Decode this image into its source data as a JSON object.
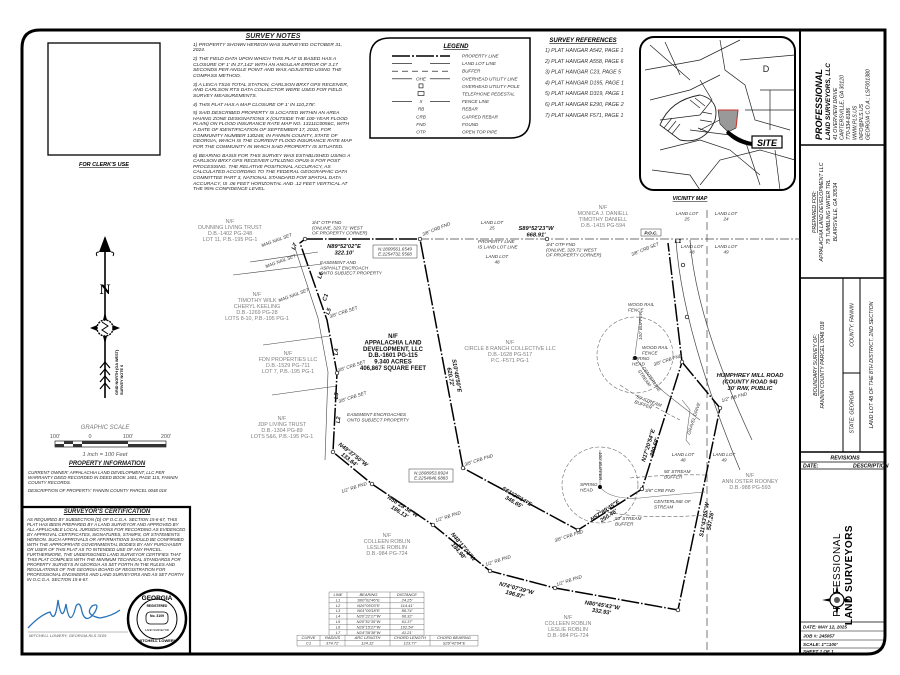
{
  "clerk": {
    "label": "FOR CLERK'S USE"
  },
  "survey_notes": {
    "title": "SURVEY NOTES",
    "items": [
      "1) PROPERTY SHOWN HEREON WAS SURVEYED OCTOBER 31, 2024.",
      "2) THE FIELD DATA UPON WHICH THIS PLAT IS BASED HAS A CLOSURE OF 1' IN 27,142' WITH AN ANGULAR ERROR OF 3.17 SECONDS PER ANGLE POINT AND WAS ADJUSTED USING THE COMPASS METHOD.",
      "3) A LEICA TS16 TOTAL STATION, CARLSON BRX7 GPS RECEIVER, AND CARLSON RTS DATA COLLECTOR WERE USED FOR FIELD SURVEY MEASUREMENTS.",
      "4) THIS PLAT HAS A MAP CLOSURE OF 1' IN 110,278'.",
      "5) SAID DESCRIBED PROPERTY IS LOCATED WITHIN AN AREA HAVING ZONE DESIGNATIONS X (OUTSIDE THE 100-YEAR FLOOD PLAIN) ON FLOOD INSURANCE RATE MAP NO. 13111C0056C, WITH A DATE OF IDENTIFICATION OF SEPTEMBER 17, 2010, FOR COMMUNITY NUMBER 130248, IN FANNIN COUNTY, STATE OF GEORGIA, WHICH IS THE CURRENT FLOOD INSURANCE RATE MAP FOR THE COMMUNITY IN WHICH SAID PROPERTY IS SITUATED.",
      "6) BEARING BASIS FOR THIS SURVEY WAS ESTABLISHED USING A CARLSON BRX7 GPS RECEIVER UTILIZING OPUS-S FOR POST PROCESSING. THE RELATIVE POSITIONAL ACCURACY, AS CALCULATED ACCORDING TO THE FEDERAL GEOGRAPHIC DATA COMMITTEE PART 3, NATIONAL STANDARD FOR SPATIAL DATA ACCURACY, IS .06 FEET HORIZONTAL AND .12 FEET VERTICAL AT THE 95% CONFIDENCE LEVEL."
    ]
  },
  "legend": {
    "title": "LEGEND",
    "items": [
      {
        "symbol": "property-line",
        "label": "PROPERTY LINE"
      },
      {
        "symbol": "land-lot-line",
        "label": "LAND LOT LINE"
      },
      {
        "symbol": "buffer",
        "label": "BUFFER"
      },
      {
        "symbol": "overhead-utility-line",
        "code": "OHE",
        "label": "OVERHEAD UTILITY LINE"
      },
      {
        "symbol": "utility-pole",
        "label": "OVERHEAD UTILITY POLE"
      },
      {
        "symbol": "telephone-pedestal",
        "label": "TELEPHONE PEDESTAL"
      },
      {
        "symbol": "fence-line",
        "code": "X",
        "label": "FENCE LINE"
      },
      {
        "symbol": "rebar",
        "code": "RB",
        "label": "REBAR"
      },
      {
        "symbol": "capped-rebar",
        "code": "CRB",
        "label": "CAPPED REBAR"
      },
      {
        "symbol": "found",
        "code": "FND",
        "label": "FOUND"
      },
      {
        "symbol": "open-top-pipe",
        "code": "OTP",
        "label": "OPEN TOP PIPE"
      }
    ]
  },
  "survey_references": {
    "title": "SURVEY REFERENCES",
    "items": [
      "1) PLAT HANGAR A542, PAGE 1",
      "2) PLAT HANGAR A558, PAGE 6",
      "3) PLAT HANGAR C23, PAGE 5",
      "4) PLAT HANGAR D195, PAGE 1",
      "5) PLAT HANGAR D319, PAGE 1",
      "6) PLAT HANGAR E290, PAGE 2",
      "7) PLAT HANGAR F571, PAGE 1"
    ]
  },
  "vicinity_map": {
    "label": "VICINITY MAP",
    "site_label": "SITE",
    "map_letter": "D",
    "highlight_color": "#d0322d"
  },
  "north_arrow": {
    "letter": "N",
    "note_line1": "GRID NORTH (GA WEST)",
    "note_line2": "SURVEY NOTE 6"
  },
  "graphic_scale": {
    "title": "GRAPHIC SCALE",
    "ticks": [
      "100'",
      "0",
      "100'",
      "200'"
    ],
    "ratio": "1 inch = 100 Feet"
  },
  "property_info": {
    "title": "PROPERTY INFORMATION",
    "owner": "CURRENT OWNER: APPALACHIA LAND DEVELOPMENT, LLC PER WARRANTY DEED RECORDED IN DEED BOOK 1601, PAGE 115, FANNIN COUNTY RECORDS.",
    "description": "DESCRIPTION OF PROPERTY: FANNIN COUNTY PARCEL 0048 018"
  },
  "certification": {
    "title": "SURVEYOR'S CERTIFICATION",
    "text": "AS REQUIRED BY SUBSECTION (D) OF O.C.G.A. SECTION 15-6-67, THIS PLAT HAS BEEN PREPARED BY A LAND SURVEYOR AND APPROVED BY ALL APPLICABLE LOCAL JURISDICTIONS FOR RECORDING AS EVIDENCED BY APPROVAL CERTIFICATES, SIGNATURES, STAMPS, OR STATEMENTS HEREON. SUCH APPROVALS OR AFFIRMATIONS SHOULD BE CONFIRMED WITH THE APPROPRIATE GOVERNMENTAL BODIES BY ANY PURCHASER OR USER OF THIS PLAT AS TO INTENDED USE OF ANY PARCEL. FURTHERMORE, THE UNDERSIGNED LAND SURVEYOR CERTIFIES THAT THIS PLAT COMPLIES WITH THE MINIMUM TECHNICAL STANDARDS FOR PROPERTY SURVEYS IN GEORGIA AS SET FORTH IN THE RULES AND REGULATIONS OF THE GEORGIA BOARD OF REGISTRATION FOR PROFESSIONAL ENGINEERS AND LAND SURVEYORS AND AS SET FORTH IN O.C.G.A. SECTION 15-6-67.",
    "signature_line": "MITCHELL LOWERY,   GEORGIA RLS 3109",
    "seal": {
      "state": "GEORGIA",
      "registered": "REGISTERED",
      "number": "No. 3109",
      "land_surveyor": "LAND SURVEYOR",
      "name": "MITCHELL LOWERY"
    }
  },
  "plat": {
    "subject": [
      "N/F",
      "APPALACHIA LAND",
      "DEVELOPMENT, LLC",
      "D.B.-1601 PG-115",
      "9.340 ACRES",
      "406,867 SQUARE FEET"
    ],
    "neighbors": [
      [
        "N/F",
        "DUNNING LIVING TRUST",
        "D.B.-1402 PG-248",
        "LOT 11, P.B.-195 PG-1"
      ],
      [
        "N/F",
        "TIMOTHY WILK",
        "CHERYL KEELING",
        "D.B.-1269 PG-28",
        "LOTS 8-10, P.B.-195 PG-1"
      ],
      [
        "N/F",
        "FDN PROPERTIES LLC",
        "D.B.-1529 PG-711",
        "LOT 7, P.B.-195 PG-1"
      ],
      [
        "N/F",
        "JDP LIVING TRUST",
        "D.B.-1304 PG-89",
        "LOTS 5&6, P.B.-195 PG-1"
      ],
      [
        "N/F",
        "COLLEEN ROBLIN",
        "LESLIE ROBLIN",
        "D.B.-984 PG-724"
      ],
      [
        "N/F",
        "COLLEEN ROBLIN",
        "LESLIE ROBLIN",
        "D.B.-984 PG-724"
      ],
      [
        "N/F",
        "CIRCLE 8 RANCH COLLECTIVE LLC",
        "D.B.-1628 PG-517",
        "P.C.-F571 PG-1"
      ],
      [
        "N/F",
        "MONICA J. DANIELL",
        "TIMOTHY DANIELL",
        "D.B.-1415 PG-594"
      ],
      [
        "N/F",
        "ANN OSTER ROONEY",
        "D.B.-988 PG-593"
      ]
    ],
    "bearings": [
      {
        "bearing": "N89°52'02\"E",
        "distance": "322.10'"
      },
      {
        "bearing": "S89°52'23\"W",
        "distance": "668.91'"
      },
      {
        "bearing": "S10°46'50\"E",
        "distance": "620.72'"
      },
      {
        "bearing": "N49°37'50\"W",
        "distance": "133.64'"
      },
      {
        "bearing": "N56°28'38\"W",
        "distance": "186.13'"
      },
      {
        "bearing": "N48°17'01\"W",
        "distance": "184.98'"
      },
      {
        "bearing": "N74°07'39\"W",
        "distance": "196.87'"
      },
      {
        "bearing": "N80°45'43\"W",
        "distance": "332.93'"
      },
      {
        "bearing": "S61°20'14\"E",
        "distance": "348.65'"
      },
      {
        "bearing": "N57°09'45\"E",
        "distance": "250.46'"
      },
      {
        "bearing": "N17°20'54\"E",
        "distance": "380.68'"
      },
      {
        "bearing": "S11°43'05\"W",
        "distance": "547.26'"
      }
    ],
    "annotations": [
      [
        "3/4\" OTP FND",
        "(ONLINE, 329.71' WEST",
        "OF PROPERTY CORNER)"
      ],
      [
        "3/8\" CRB FND"
      ],
      [
        "3/4\" OTP FND",
        "(ONLINE, 329.71' WEST",
        "OF PROPERTY CORNER)"
      ],
      [
        "MAG NAIL SET"
      ],
      [
        "MAG NAIL SET"
      ],
      [
        "MAG NAIL SET"
      ],
      [
        "3/8\" CRB SET"
      ],
      [
        "3/8\" CRB SET"
      ],
      [
        "3/8\" CRB SET"
      ],
      [
        "EASEMENT AND",
        "ASPHALT ENCROACH",
        "ONTO SUBJECT PROPERTY"
      ],
      [
        "EASEMENT ENCROACHES",
        "ONTO SUBJECT PROPERTY"
      ],
      [
        "1/2\" RB FND"
      ],
      [
        "1/2\" RB FND"
      ],
      [
        "1/2\" RB FND"
      ],
      [
        "1/2\" RB FND"
      ],
      [
        "3/8\" CRB FND"
      ],
      [
        "3/8\" CRB FND"
      ],
      [
        "3/8\" CRB FND"
      ],
      [
        "1/2\" RB FND"
      ],
      [
        "3/8\" CRB SET"
      ],
      [
        "3/8\" CRB FND"
      ],
      [
        "WOOD RAIL",
        "FENCE"
      ],
      [
        "WOOD RAIL",
        "FENCE"
      ],
      [
        "SPRING",
        "HEAD"
      ],
      [
        "SPRING",
        "HEAD"
      ],
      [
        "100' BUFFER"
      ],
      [
        "100' BUFFER"
      ],
      [
        "50' STREAM",
        "BUFFER"
      ],
      [
        "CENTERLINE OF",
        "STREAM"
      ],
      [
        "50' STREAM",
        "BUFFER"
      ],
      [
        "50' STREAM",
        "BUFFER"
      ],
      [
        "GRAVEL DRIVE"
      ],
      [
        "CENTERLINE",
        "STREAM"
      ],
      [
        "PROPERTY LINE",
        "IS LAND LOT LINE"
      ],
      [
        "LAND LOT",
        "25"
      ],
      [
        "LAND LOT",
        "48"
      ],
      [
        "LAND LOT",
        "25"
      ],
      [
        "LAND LOT",
        "24"
      ],
      [
        "LAND LOT",
        "48"
      ],
      [
        "LAND LOT",
        "49"
      ],
      [
        "LAND LOT",
        "48"
      ],
      [
        "LAND LOT",
        "49"
      ]
    ],
    "line_labels": [
      "L7",
      "L6",
      "C1",
      "L5",
      "L4",
      "L3",
      "L2",
      "L1"
    ],
    "coordinates": [
      [
        "N:1809561.6549",
        "E:2254732.5568"
      ],
      [
        "N:1808953.8924",
        "E:2254846.6883"
      ]
    ],
    "poc": "P.O.C.",
    "road": [
      "HUMPHREY MILL ROAD",
      "(COUNTY ROAD 94)",
      "30' R/W, PUBLIC"
    ]
  },
  "line_table": {
    "headers": [
      "LINE",
      "BEARING",
      "DISTANCE"
    ],
    "rows": [
      [
        "L1",
        "S00°02'46\"E",
        "24.25'"
      ],
      [
        "L2",
        "N26°05'03\"E",
        "114.41'"
      ],
      [
        "L3",
        "N01°09'18\"E",
        "86.74'"
      ],
      [
        "L4",
        "N20°22'17\"W",
        "66.32'"
      ],
      [
        "L5",
        "N20°51'35\"W",
        "61.37'"
      ],
      [
        "L6",
        "N29°15'27\"W",
        "102.54'"
      ],
      [
        "L7",
        "N24°39'38\"W",
        "41.21'"
      ]
    ]
  },
  "curve_table": {
    "headers": [
      "CURVE",
      "RADIUS",
      "ARC LENGTH",
      "CHORD LENGTH",
      "CHORD BEARING"
    ],
    "rows": [
      [
        "C1",
        "374.72'",
        "124.11'",
        "123.77'",
        "S29°42'04\"E"
      ]
    ]
  },
  "title_block": {
    "company": {
      "name1": "PROFESSIONAL",
      "name2": "LAND SURVEYORS, LLC",
      "address": "41 OVERVIEW DRIVE",
      "city": "CARTERSVILLE, GA 30120",
      "phone": "770-334-8186",
      "web": "WWW.PLS.US",
      "email": "INFO@PLS.US",
      "coa": "GEORGIA C.O.A.: LSF001380"
    },
    "prepared_for": {
      "label": "PREPARED FOR:",
      "client": "APPALACHIA LAND DEVELOPMENT LLC",
      "address": "79 TUMBLING WATER TRL",
      "city": "BLAIRSVILLE, GA 30534"
    },
    "survey_of": {
      "label": "BOUNDARY SURVEY OF:",
      "parcel": "FANNIN COUNTY PARCEL 0048 018"
    },
    "county": "COUNTY: FANNIN",
    "state": "STATE: GEORGIA",
    "land_lot": "LAND LOT 48 OF THE 8TH DISTRICT, 2ND SECTION",
    "revisions": {
      "title": "REVISIONS",
      "date_col": "DATE:",
      "desc_col": "DESCRIPTION"
    },
    "logo": {
      "line1": "PROFESSIONAL",
      "line2": "LAND SURVEYORS"
    },
    "date": "DATE: MAY 12, 2025",
    "job": "JOB #: 245057",
    "scale": "SCALE: 1\"=100'",
    "sheet": "SHEET 1 OF 1"
  }
}
